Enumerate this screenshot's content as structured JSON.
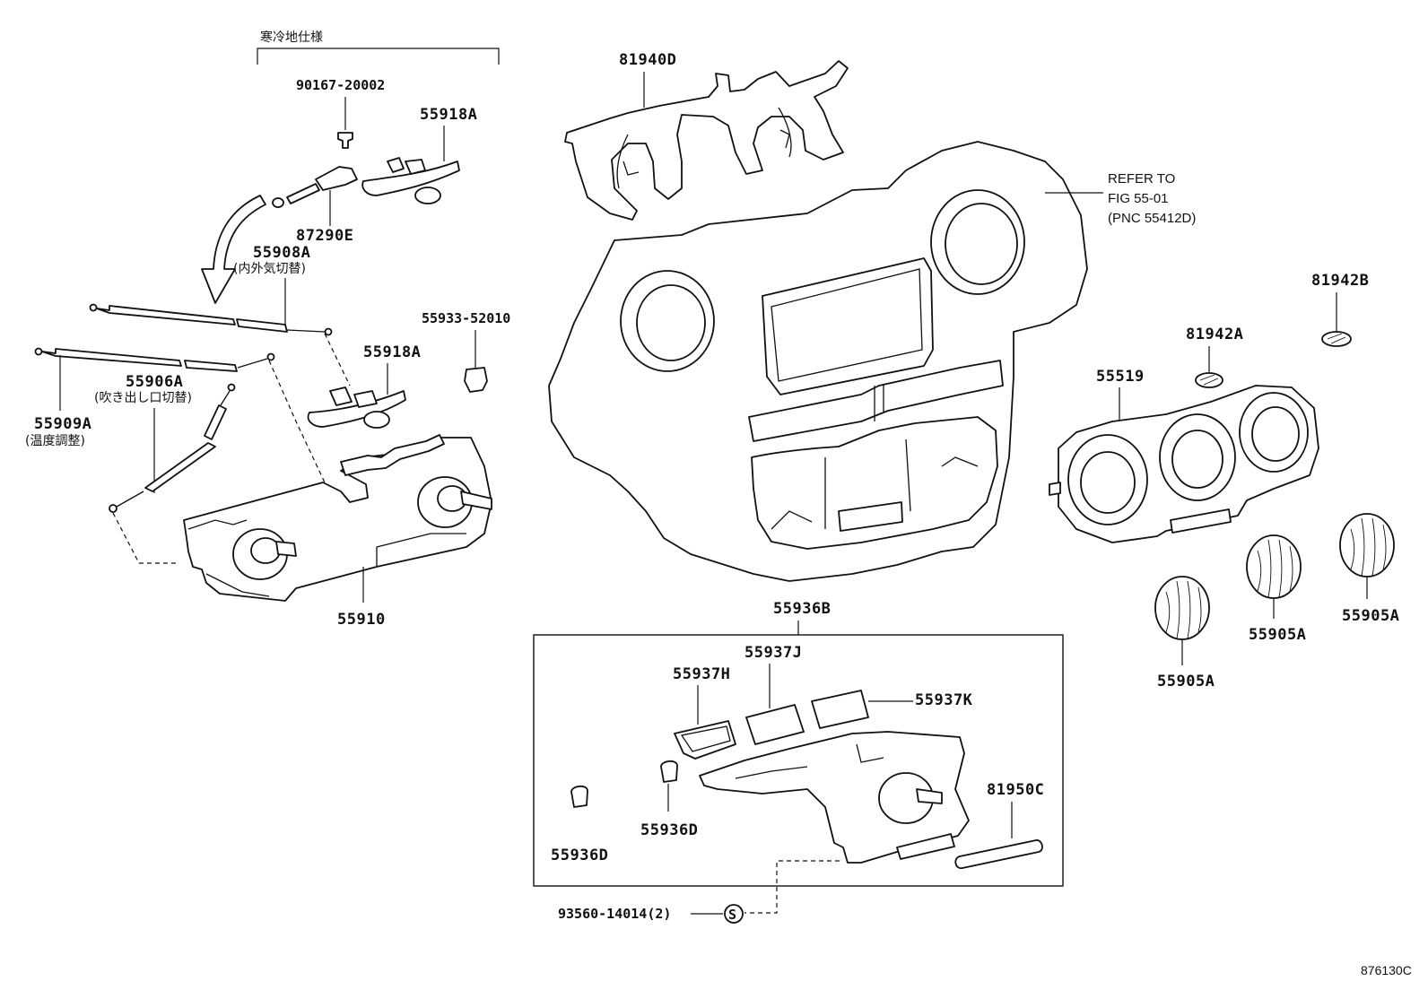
{
  "labels": {
    "cold_spec": "寒冷地仕様",
    "p90167": "90167-20002",
    "p55918a_top": "55918A",
    "p87290e": "87290E",
    "p55908a": "55908A",
    "p55908a_sub": "(内外気切替)",
    "p55933": "55933-52010",
    "p55918a_mid": "55918A",
    "p55906a": "55906A",
    "p55906a_sub": "(吹き出し口切替)",
    "p55909a": "55909A",
    "p55909a_sub": "(温度調整)",
    "p55910": "55910",
    "p81940d": "81940D",
    "refer_line1": "REFER TO",
    "refer_line2": "FIG 55-01",
    "refer_line3": "(PNC 55412D)",
    "p81942b": "81942B",
    "p81942a": "81942A",
    "p55519": "55519",
    "p55905a_1": "55905A",
    "p55905a_2": "55905A",
    "p55905a_3": "55905A",
    "p55936b": "55936B",
    "p55937j": "55937J",
    "p55937h": "55937H",
    "p55937k": "55937K",
    "p81950c": "81950C",
    "p55936d_1": "55936D",
    "p55936d_2": "55936D",
    "p93560": "93560-14014(2)",
    "s_mark": "S",
    "figure_code": "876130C"
  }
}
